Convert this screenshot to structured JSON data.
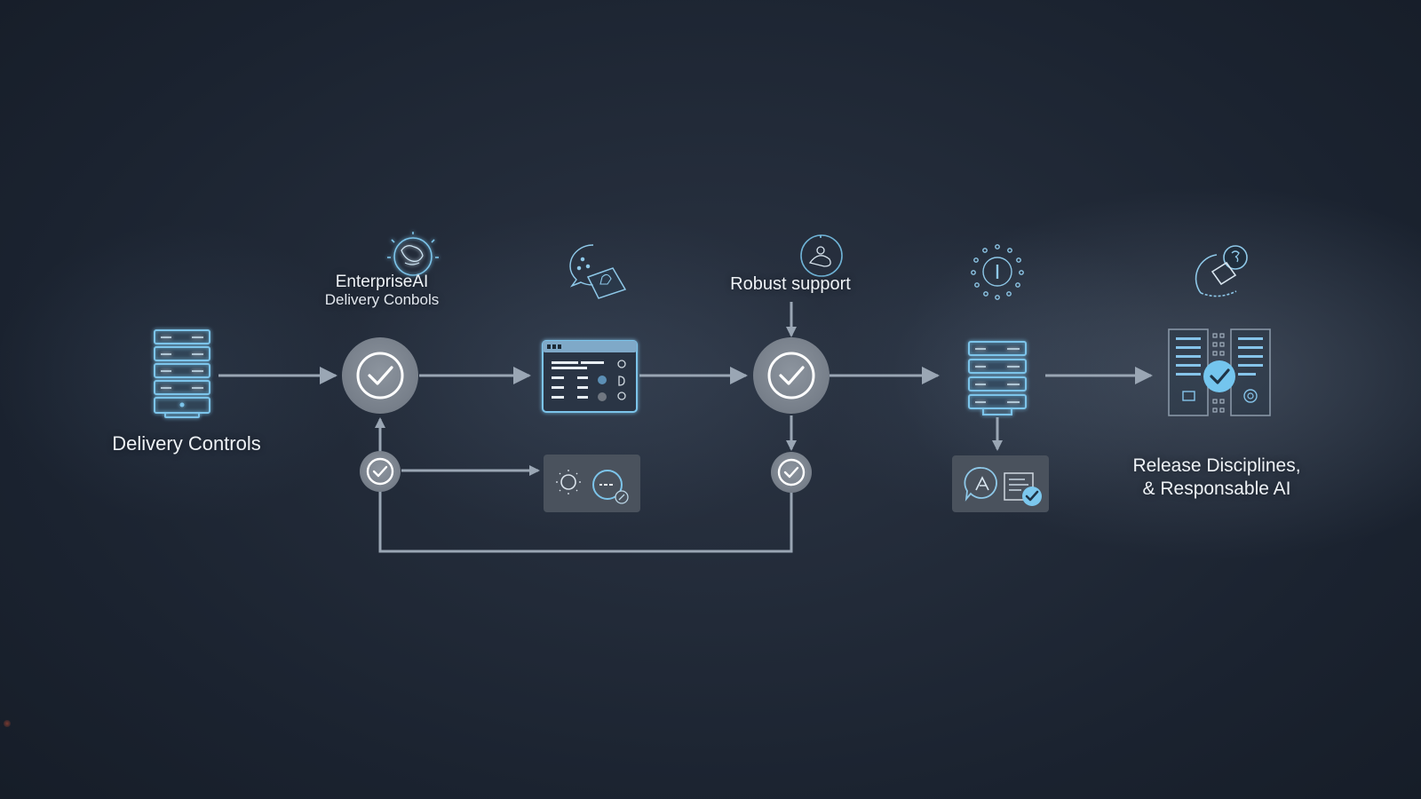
{
  "diagram": {
    "type": "process-flow",
    "stages": [
      {
        "id": "delivery-controls",
        "label": "Delivery Controls",
        "icon": "server-rack-icon"
      },
      {
        "id": "enterprise-ai",
        "label_line1": "EnterpriseAI",
        "label_line2": "Delivery Conbols",
        "icon": "globe-network-icon",
        "node": "check-circle"
      },
      {
        "id": "dashboard",
        "icon": "dashboard-window-icon",
        "top_icon": "chat-bubbles-icon"
      },
      {
        "id": "robust-support",
        "label": "Robust support",
        "icon": "support-agent-icon",
        "node": "check-circle"
      },
      {
        "id": "data-server",
        "icon": "server-stack-icon",
        "top_icon": "info-radiant-icon"
      },
      {
        "id": "release",
        "label_line1": "Release Disciplines,",
        "label_line2": "& Responsable AI",
        "icon": "dual-document-check-icon",
        "top_icon": "shield-lock-cycle-icon"
      }
    ],
    "sub_nodes": [
      {
        "id": "sub-check-left",
        "type": "check-circle-small"
      },
      {
        "id": "sub-check-right",
        "type": "check-circle-small"
      },
      {
        "id": "settings-panel",
        "icons": [
          "gear-icon",
          "chat-edit-icon"
        ]
      },
      {
        "id": "ai-review-panel",
        "icons": [
          "ai-chat-icon",
          "document-check-icon"
        ]
      }
    ],
    "connectors": [
      "delivery-controls -> enterprise-ai",
      "enterprise-ai -> dashboard",
      "dashboard -> robust-support",
      "robust-support -> data-server",
      "data-server -> release",
      "sub-check-left -> enterprise-ai",
      "sub-check-left -> settings-panel",
      "robust-support -> sub-check-right",
      "robust-support-label -> robust-support",
      "data-server -> ai-review-panel",
      "sub-check-right -> loop -> sub-check-left"
    ],
    "colors": {
      "background": "#1c2430",
      "connector": "#9aa6b4",
      "node_fill": "#7f8791",
      "icon_stroke": "#7cc4ea",
      "accent_check": "#6cc4ec",
      "panel": "#4a525d",
      "text": "#eef2f6"
    }
  }
}
